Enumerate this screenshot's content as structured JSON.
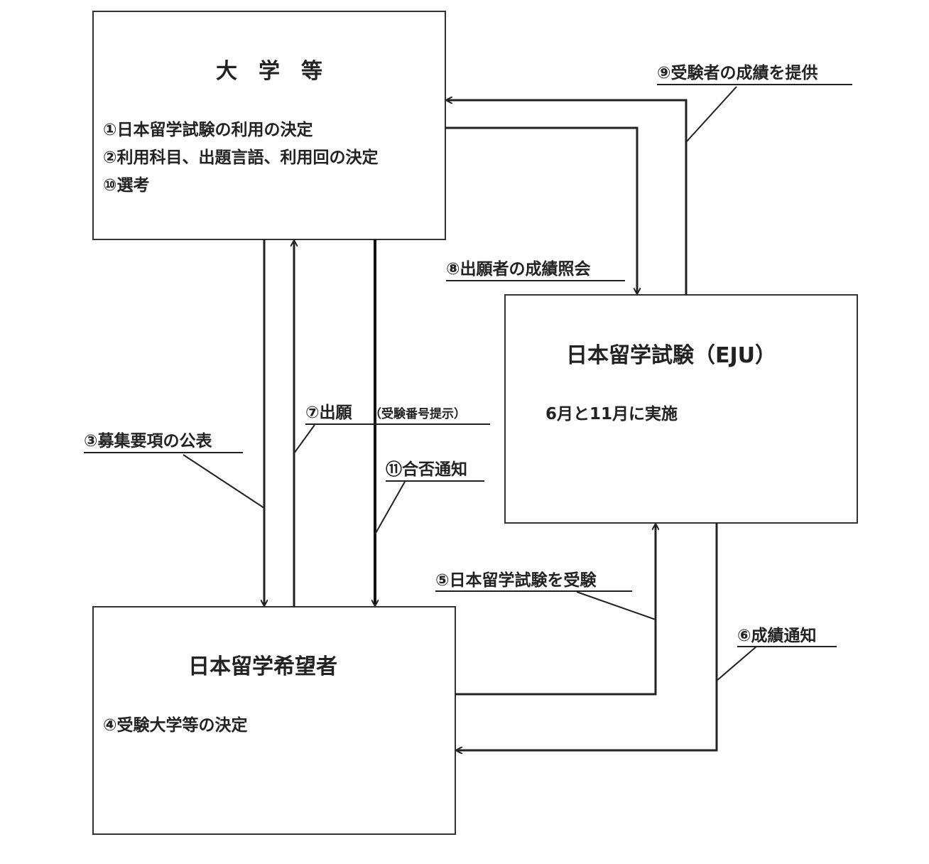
{
  "boxes": {
    "university": {
      "title": "大　学　等",
      "items": [
        "①日本留学試験の利用の決定",
        "②利用科目、出題言語、利用回の決定",
        "⑩選考"
      ]
    },
    "eju": {
      "title": "日本留学試験（EJU）",
      "items": [
        "6月と11月に実施"
      ]
    },
    "applicant": {
      "title": "日本留学希望者",
      "items": [
        "④受験大学等の決定"
      ]
    }
  },
  "labels": {
    "step3": "③募集要項の公表",
    "step5": "⑤日本留学試験を受験",
    "step6": "⑥成績通知",
    "step7": "⑦出願",
    "step7_note": "（受験番号提示）",
    "step8": "⑧出願者の成績照会",
    "step9": "⑨受験者の成績を提供",
    "step11": "⑪合否通知"
  }
}
